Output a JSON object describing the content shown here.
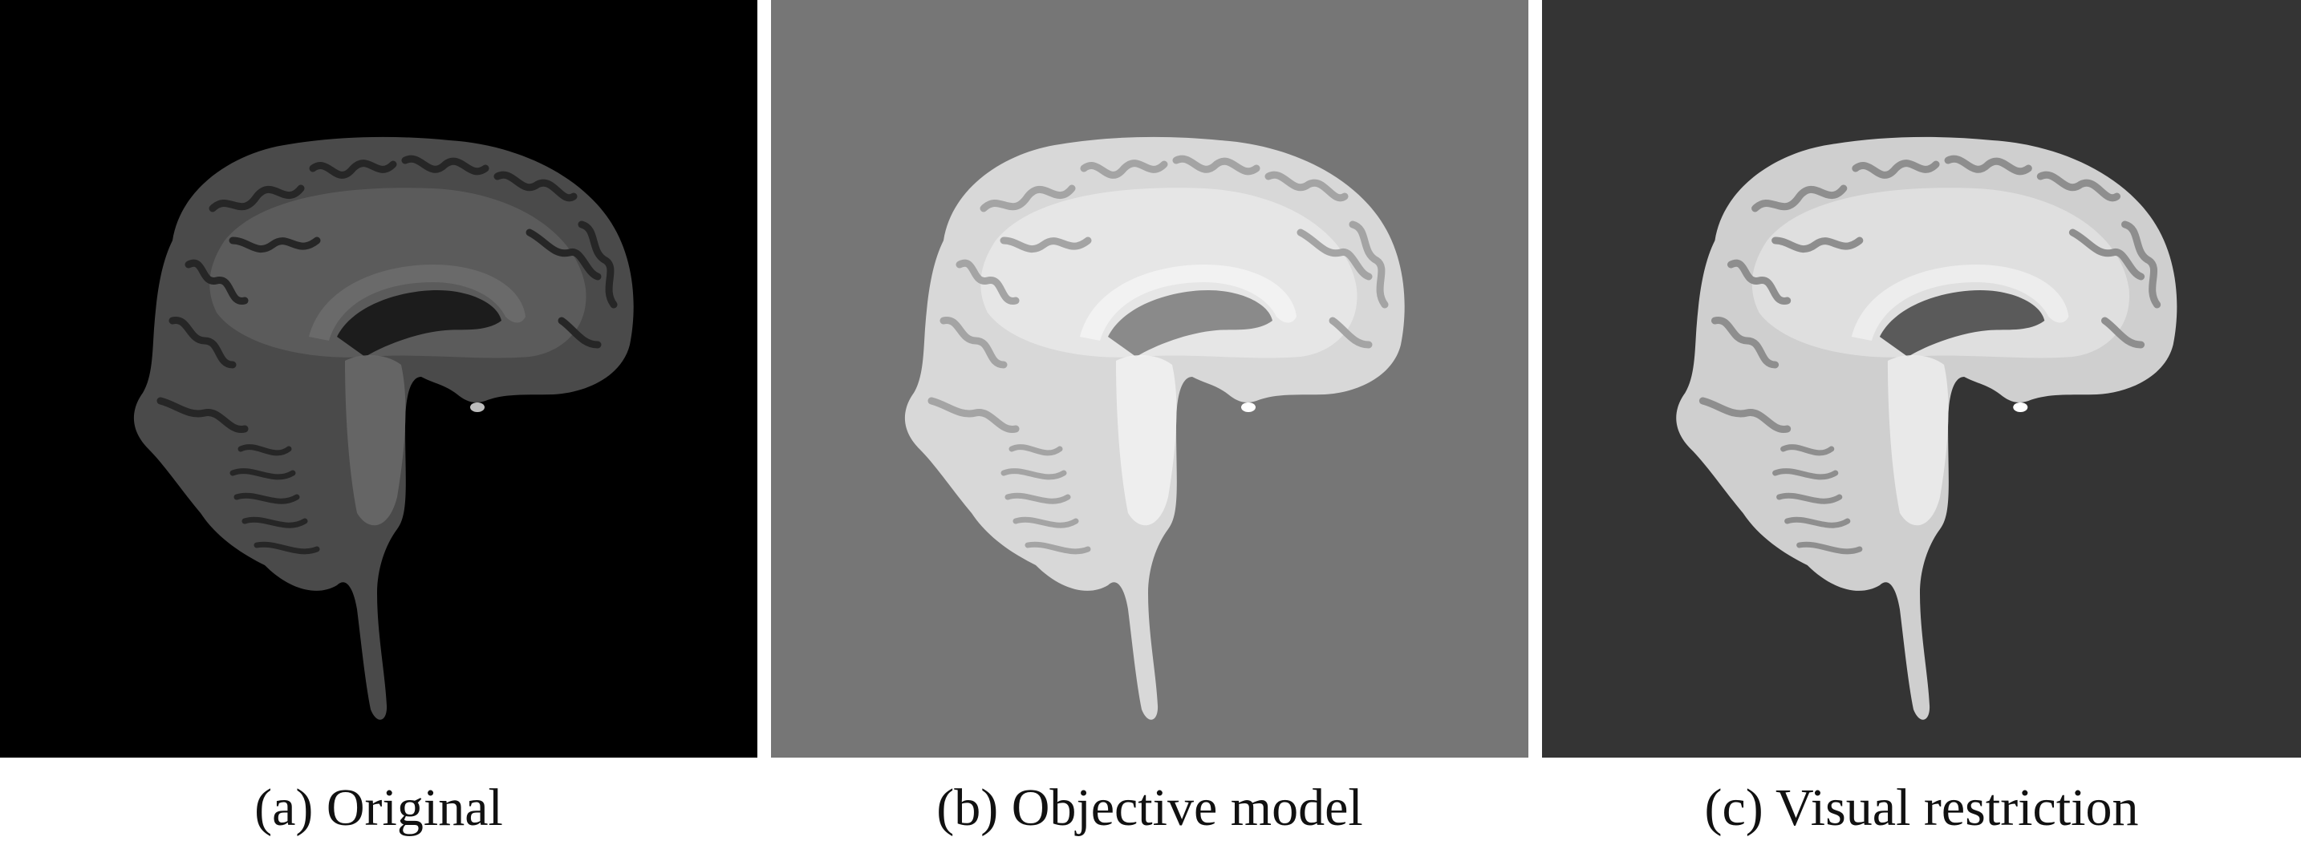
{
  "panels": [
    {
      "caption": "(a) Original",
      "background": "#000000",
      "tissue": "#4a4a4a",
      "tissue_light": "#6a6a6a",
      "sulci": "#262626",
      "ventricle": "#1c1c1c",
      "highlight": "#bdbdbd"
    },
    {
      "caption": "(b) Objective model",
      "background": "#767676",
      "tissue": "#d8d8d8",
      "tissue_light": "#f2f2f2",
      "sulci": "#a4a4a4",
      "ventricle": "#8a8a8a",
      "highlight": "#ffffff"
    },
    {
      "caption": "(c) Visual restriction",
      "background": "#343434",
      "tissue": "#cfcfcf",
      "tissue_light": "#ededed",
      "sulci": "#8e8e8e",
      "ventricle": "#5a5a5a",
      "highlight": "#ffffff"
    }
  ]
}
